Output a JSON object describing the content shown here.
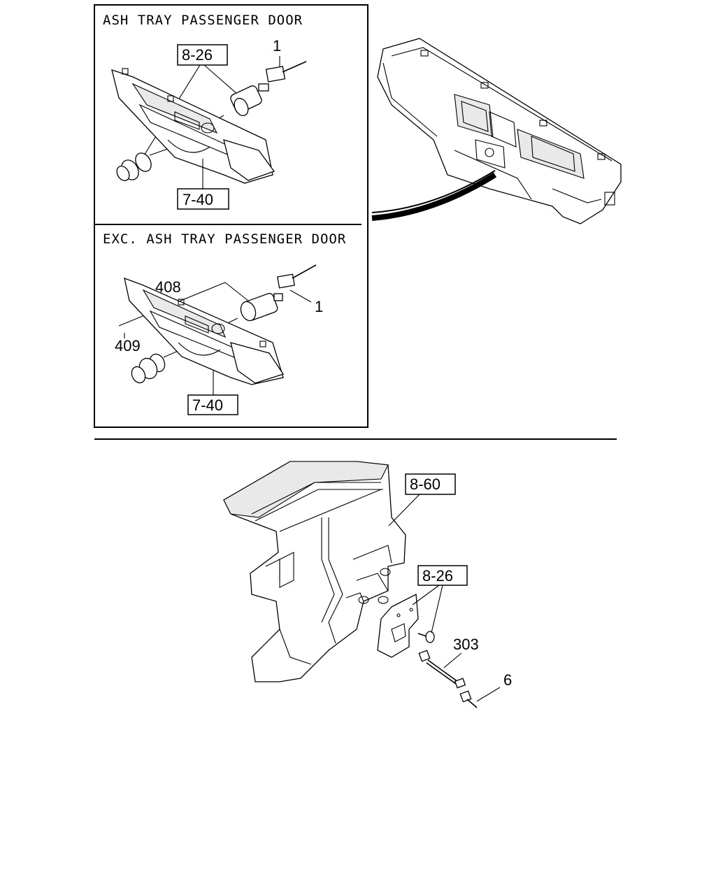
{
  "panel_top": {
    "title": "ASH TRAY PASSENGER DOOR",
    "callouts": {
      "ref_a": "8-26",
      "ref_b": "7-40",
      "part_1": "1"
    }
  },
  "panel_bottom": {
    "title": "EXC. ASH TRAY PASSENGER DOOR",
    "callouts": {
      "part_408": "408",
      "part_409": "409",
      "part_1": "1",
      "ref_b": "7-40"
    }
  },
  "lower_view": {
    "callouts": {
      "ref_c": "8-60",
      "ref_a": "8-26",
      "part_303": "303",
      "part_6": "6"
    }
  }
}
